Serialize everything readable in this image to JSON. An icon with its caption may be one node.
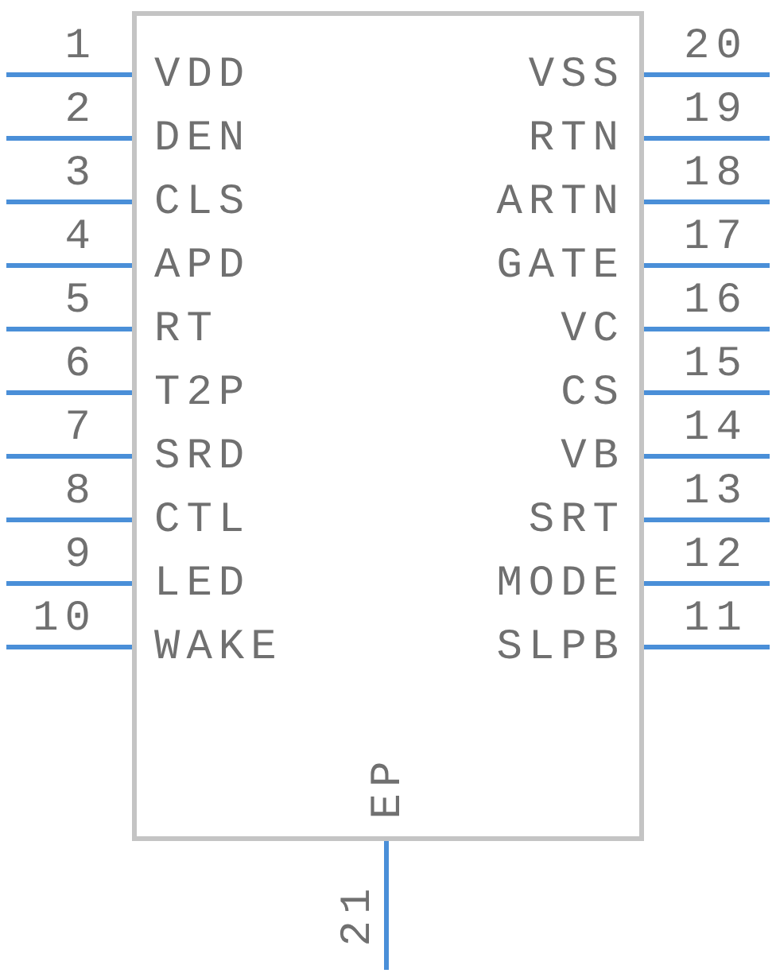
{
  "diagram": {
    "nodes": [
      {
        "text": [],
        "shape": "box"
      }
    ],
    "labels": [
      "1",
      "VDD",
      "VSS",
      "20",
      "2",
      "DEN",
      "RTN",
      "19",
      "3",
      "CLS",
      "ARTN",
      "18",
      "4",
      "APD",
      "GATE",
      "17",
      "5",
      "RT",
      "VC",
      "16",
      "6",
      "T2P",
      "CS",
      "15",
      "7",
      "SRD",
      "VB",
      "14",
      "8",
      "CTL",
      "SRT",
      "13",
      "9",
      "LED",
      "MODE",
      "12",
      "10",
      "WAKE",
      "SLPB",
      "11",
      "EP",
      "21"
    ]
  }
}
